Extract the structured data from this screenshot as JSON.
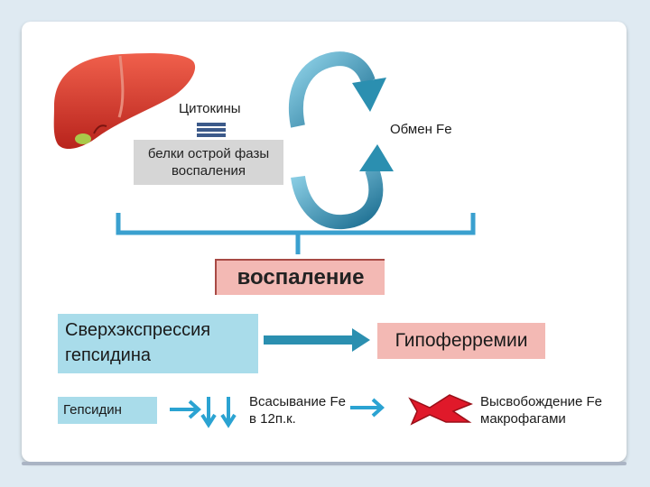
{
  "labels": {
    "cytokines": "Цитокины",
    "fe_exchange": "Обмен Fe",
    "acute_phase_proteins": "белки острой фазы воспаления",
    "inflammation": "воспаление",
    "overexpression": "Сверхэкспрессия гепсидина",
    "hypoferremia": "Гипоферремии",
    "hepcidin": "Гепсидин",
    "absorption": "Всасывание Fe в 12п.к.",
    "release": "Высвобождение Fe макрофагами"
  },
  "colors": {
    "arrow_blue": "#2b8fb0",
    "box_blue": "#a9dcea",
    "box_pink": "#f3b9b4",
    "box_gray": "#d6d6d6",
    "cross_red": "#e0192a",
    "liver_red": "#d9382c",
    "bracket_blue": "#3aa0cf"
  },
  "icons": [
    "liver-icon",
    "equals-icon",
    "cycle-arrows-icon",
    "bracket-icon",
    "right-arrow-icon",
    "down-arrows-icon",
    "red-cross-icon"
  ]
}
